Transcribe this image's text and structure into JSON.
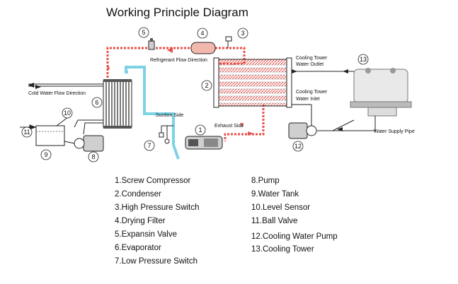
{
  "title": "Working Principle Diagram",
  "diagram_labels": {
    "refrigerant_flow": "Refrigerant Flow Direction",
    "cold_water_flow": "Cold Water Flow Direction",
    "suction_side": "Suction Side",
    "exhaust_side": "Exhaust Side",
    "ct_water_outlet_1": "Cooling Tower",
    "ct_water_outlet_2": "Water Outlet",
    "ct_water_inlet_1": "Cooling Tower",
    "ct_water_inlet_2": "Water Inlet",
    "water_supply_pipe": "Water Supply Pipe"
  },
  "markers": [
    "1",
    "2",
    "3",
    "4",
    "5",
    "6",
    "7",
    "8",
    "9",
    "10",
    "11",
    "12",
    "13"
  ],
  "legend": {
    "left": [
      "1.Screw Compressor",
      "2.Condenser",
      "3.High Pressure Switch",
      "4.Drying Filter",
      "5.Expansin Valve",
      "6.Evaporator",
      "7.Low Pressure Switch"
    ],
    "right": [
      "8.Pump",
      "9.Water Tank",
      "10.Level Sensor",
      "11.Ball Valve",
      "12.Cooling Water Pump",
      "13.Cooling Tower"
    ]
  },
  "colors": {
    "refrigerant": "#e8504a",
    "refrigerant_fill": "#f6c9c0",
    "suction": "#7dd3e6",
    "line": "#222222"
  }
}
